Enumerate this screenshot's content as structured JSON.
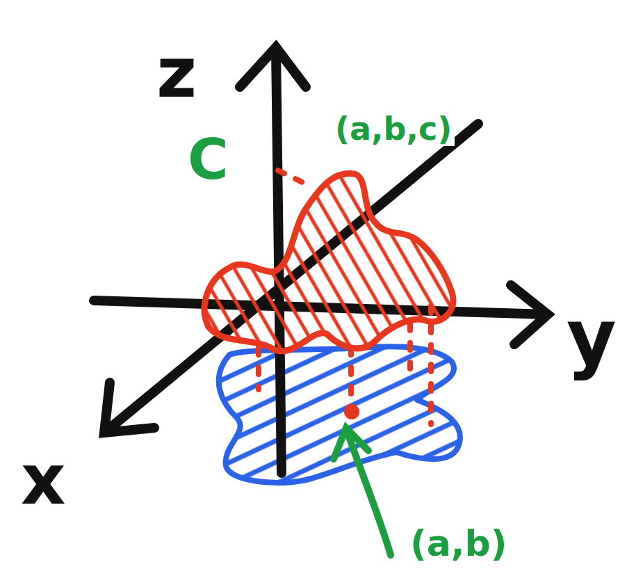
{
  "diagram": {
    "labels": [
      "z",
      "C",
      "(a,b,c)",
      "y",
      "x",
      "(a,b)"
    ]
  }
}
